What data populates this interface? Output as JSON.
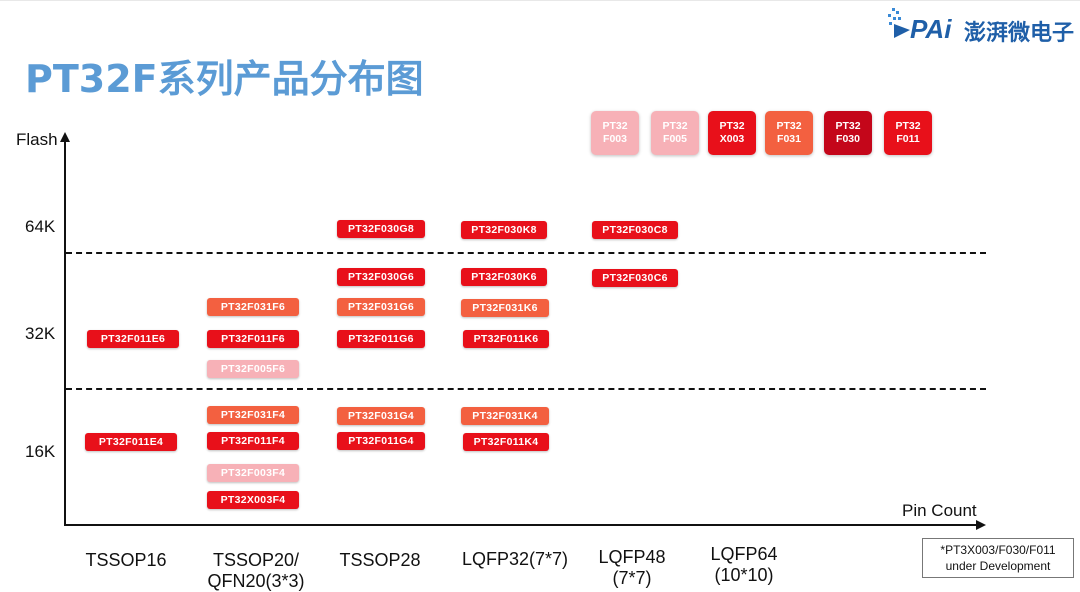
{
  "title": "PT32F系列产品分布图",
  "logo": {
    "brand": "PAi",
    "name": "澎湃微电子"
  },
  "axes": {
    "y_title": "Flash",
    "x_title": "Pin Count"
  },
  "y_labels": [
    "64K",
    "32K",
    "16K"
  ],
  "packages": [
    "TSSOP16",
    "TSSOP20/\nQFN20(3*3)",
    "TSSOP28",
    "LQFP32(7*7)",
    "LQFP48\n(7*7)",
    "LQFP64\n(10*10)"
  ],
  "chips": [
    {
      "name": "PT32F030G8",
      "color": "red"
    },
    {
      "name": "PT32F030K8",
      "color": "red"
    },
    {
      "name": "PT32F030C8",
      "color": "red"
    },
    {
      "name": "PT32F030G6",
      "color": "red"
    },
    {
      "name": "PT32F030K6",
      "color": "red"
    },
    {
      "name": "PT32F030C6",
      "color": "red"
    },
    {
      "name": "PT32F031F6",
      "color": "orange"
    },
    {
      "name": "PT32F031G6",
      "color": "orange"
    },
    {
      "name": "PT32F031K6",
      "color": "orange"
    },
    {
      "name": "PT32F011E6",
      "color": "red"
    },
    {
      "name": "PT32F011F6",
      "color": "red"
    },
    {
      "name": "PT32F011G6",
      "color": "red"
    },
    {
      "name": "PT32F011K6",
      "color": "red"
    },
    {
      "name": "PT32F005F6",
      "color": "pink"
    },
    {
      "name": "PT32F031F4",
      "color": "orange"
    },
    {
      "name": "PT32F031G4",
      "color": "orange"
    },
    {
      "name": "PT32F031K4",
      "color": "orange"
    },
    {
      "name": "PT32F011E4",
      "color": "red"
    },
    {
      "name": "PT32F011F4",
      "color": "red"
    },
    {
      "name": "PT32F011G4",
      "color": "red"
    },
    {
      "name": "PT32F011K4",
      "color": "red"
    },
    {
      "name": "PT32F003F4",
      "color": "pink"
    },
    {
      "name": "PT32X003F4",
      "color": "red"
    }
  ],
  "legend": [
    {
      "line1": "PT32",
      "line2": "F003",
      "color": "pink"
    },
    {
      "line1": "PT32",
      "line2": "F005",
      "color": "pink"
    },
    {
      "line1": "PT32",
      "line2": "X003",
      "color": "red"
    },
    {
      "line1": "PT32",
      "line2": "F031",
      "color": "orange"
    },
    {
      "line1": "PT32",
      "line2": "F030",
      "color": "dark"
    },
    {
      "line1": "PT32",
      "line2": "F011",
      "color": "red"
    }
  ],
  "note": {
    "line1": "*PT3X003/F030/F011",
    "line2": "under Development"
  }
}
